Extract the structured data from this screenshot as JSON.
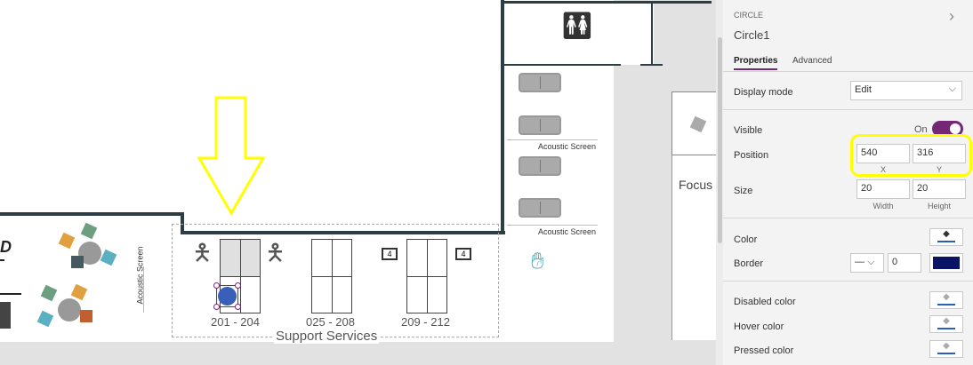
{
  "canvas": {
    "rooms": [
      "201 - 204",
      "025 - 208",
      "209 - 212"
    ],
    "area_label": "Support Services",
    "acoustic_screen_labels": [
      "Acoustic Screen",
      "Acoustic Screen",
      "Acoustic Screen"
    ],
    "focus_booth_label": "Focus Booth",
    "monitor_counts": [
      "4",
      "4"
    ],
    "partial_letter": "D",
    "selected_circle_color": "#3a5fb8",
    "arrow_color": "#ffff00"
  },
  "panel": {
    "control_type": "CIRCLE",
    "control_name": "Circle1",
    "tabs": [
      {
        "label": "Properties",
        "active": true
      },
      {
        "label": "Advanced",
        "active": false
      }
    ],
    "display_mode": {
      "label": "Display mode",
      "value": "Edit"
    },
    "visible": {
      "label": "Visible",
      "state": "On"
    },
    "position": {
      "label": "Position",
      "x": "540",
      "y": "316",
      "x_caption": "X",
      "y_caption": "Y"
    },
    "size": {
      "label": "Size",
      "width": "20",
      "height": "20",
      "width_caption": "Width",
      "height_caption": "Height"
    },
    "color": {
      "label": "Color"
    },
    "border": {
      "label": "Border",
      "style": "—",
      "width": "0",
      "color": "#0a1464"
    },
    "disabled_color": {
      "label": "Disabled color"
    },
    "hover_color": {
      "label": "Hover color"
    },
    "pressed_color": {
      "label": "Pressed color"
    },
    "accent": "#742774",
    "highlight": "#ffff00"
  }
}
